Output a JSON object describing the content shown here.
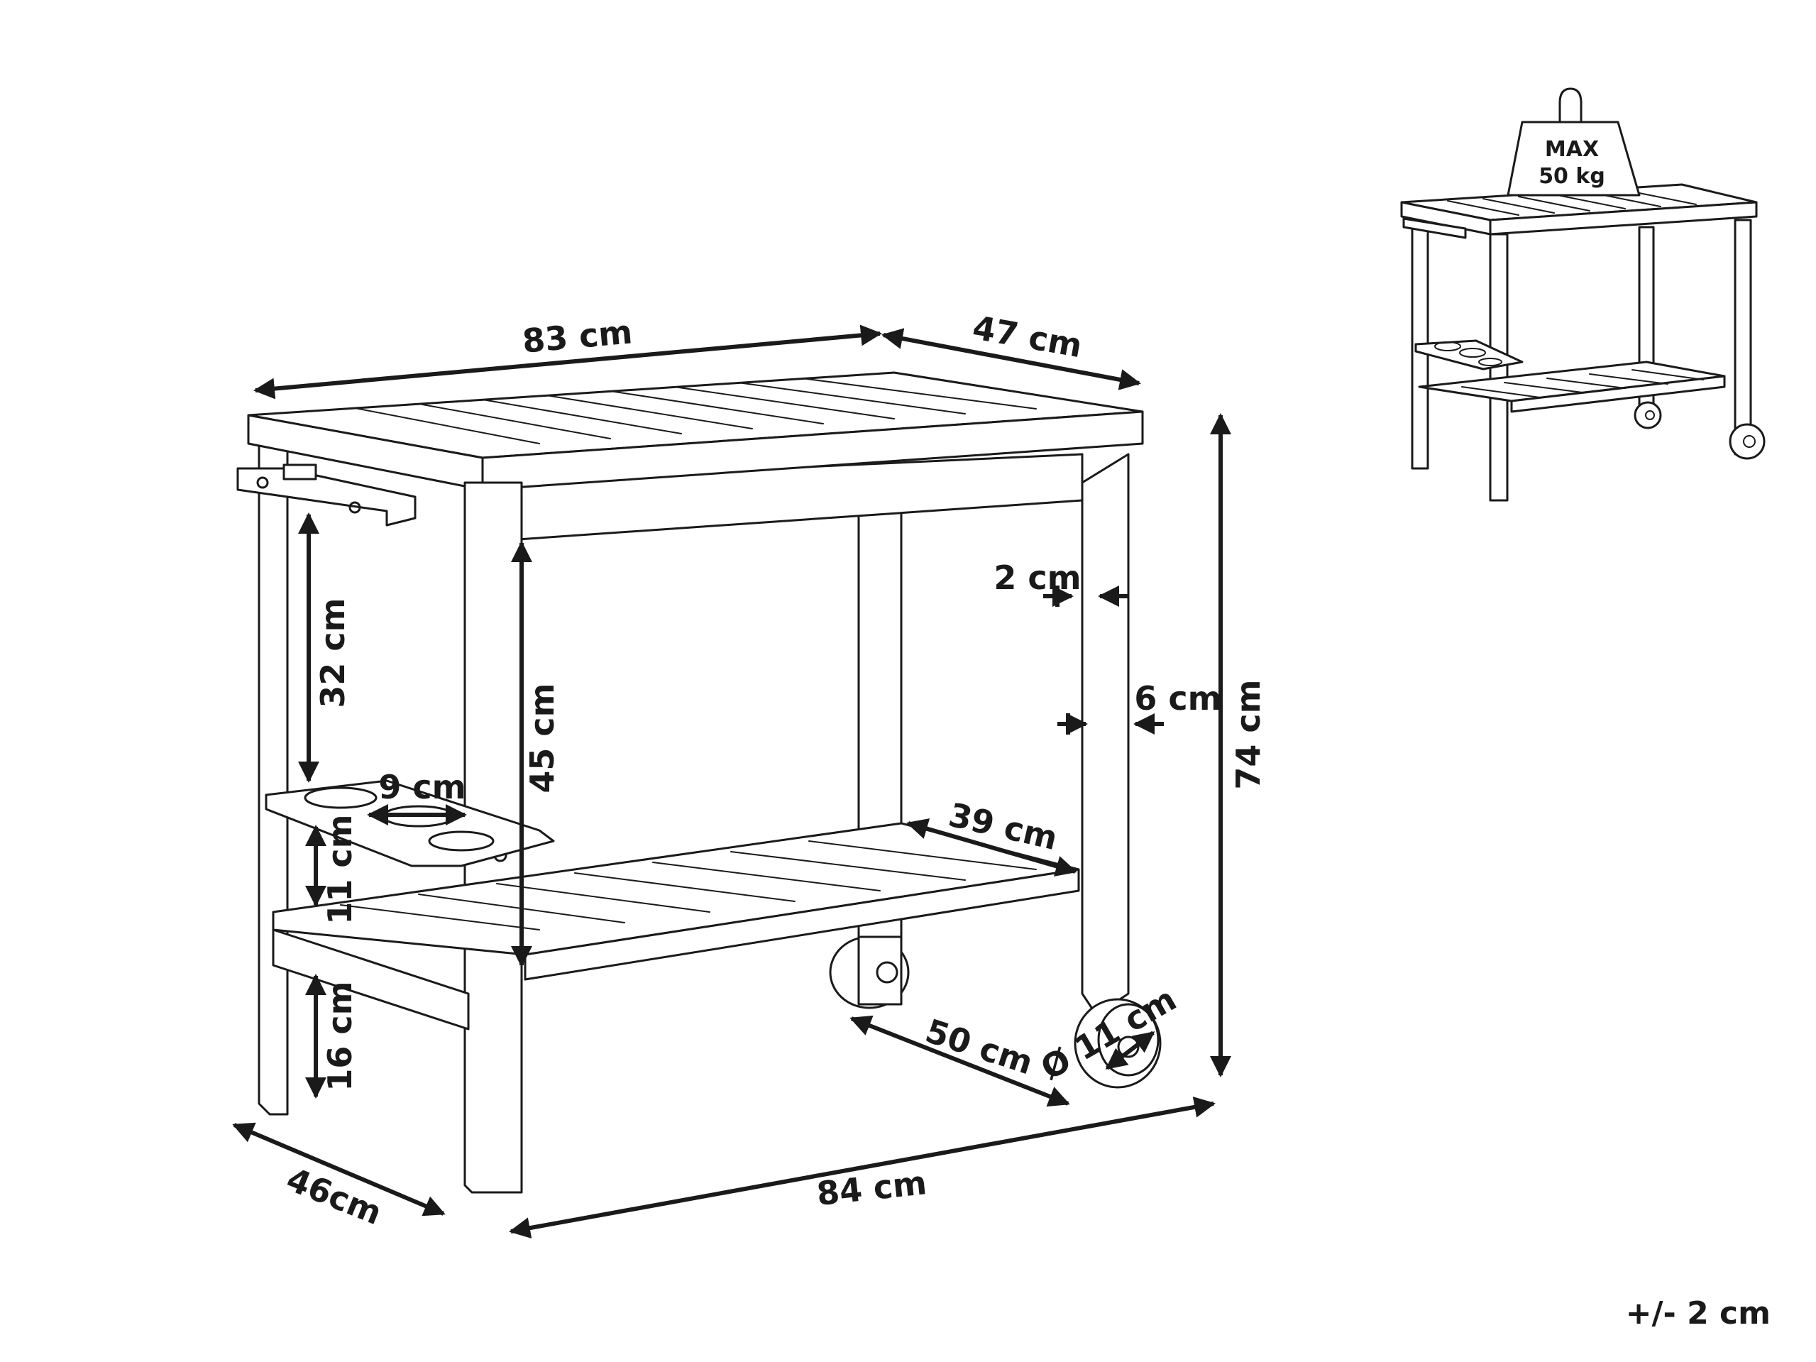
{
  "dimensions": {
    "top_width": "83 cm",
    "top_depth": "47 cm",
    "total_height": "74 cm",
    "base_width": "84 cm",
    "base_depth": "46cm",
    "leg_thickness_small": "2 cm",
    "leg_thickness_large": "6 cm",
    "handle_height": "32 cm",
    "shelf_height": "45 cm",
    "holder_diameter": "9 cm",
    "holder_height": "11 cm",
    "floor_clearance": "16 cm",
    "shelf_depth": "39 cm",
    "wheel_spacing": "50 cm",
    "wheel_diameter": "Ø 11 cm"
  },
  "load": {
    "line1": "MAX",
    "line2": "50 kg"
  },
  "tolerance": "+/- 2 cm"
}
